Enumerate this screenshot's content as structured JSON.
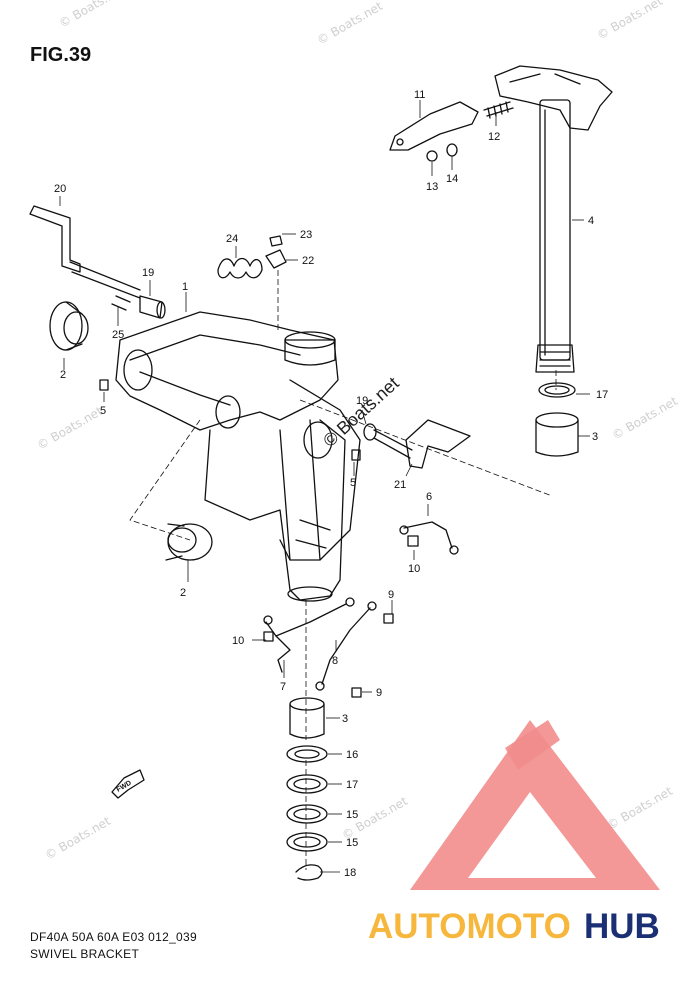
{
  "figure": {
    "title": "FIG.39",
    "code": "DF40A 50A 60A E03 012_039",
    "name": "SWIVEL BRACKET"
  },
  "callouts": [
    {
      "id": "c1",
      "label": "1"
    },
    {
      "id": "c2a",
      "label": "2"
    },
    {
      "id": "c2b",
      "label": "2"
    },
    {
      "id": "c3a",
      "label": "3"
    },
    {
      "id": "c3b",
      "label": "3"
    },
    {
      "id": "c4",
      "label": "4"
    },
    {
      "id": "c5a",
      "label": "5"
    },
    {
      "id": "c5b",
      "label": "5"
    },
    {
      "id": "c6",
      "label": "6"
    },
    {
      "id": "c7",
      "label": "7"
    },
    {
      "id": "c8",
      "label": "8"
    },
    {
      "id": "c9a",
      "label": "9"
    },
    {
      "id": "c9b",
      "label": "9"
    },
    {
      "id": "c10a",
      "label": "10"
    },
    {
      "id": "c10b",
      "label": "10"
    },
    {
      "id": "c11",
      "label": "11"
    },
    {
      "id": "c12",
      "label": "12"
    },
    {
      "id": "c13",
      "label": "13"
    },
    {
      "id": "c14",
      "label": "14"
    },
    {
      "id": "c15a",
      "label": "15"
    },
    {
      "id": "c15b",
      "label": "15"
    },
    {
      "id": "c16",
      "label": "16"
    },
    {
      "id": "c17a",
      "label": "17"
    },
    {
      "id": "c17b",
      "label": "17"
    },
    {
      "id": "c18",
      "label": "18"
    },
    {
      "id": "c19a",
      "label": "19"
    },
    {
      "id": "c19b",
      "label": "19"
    },
    {
      "id": "c20",
      "label": "20"
    },
    {
      "id": "c21",
      "label": "21"
    },
    {
      "id": "c22",
      "label": "22"
    },
    {
      "id": "c23",
      "label": "23"
    },
    {
      "id": "c24",
      "label": "24"
    },
    {
      "id": "c25",
      "label": "25"
    }
  ],
  "watermark": "© Boats.net",
  "watermark_center": "© Boats.net",
  "fwd_label": "FWD",
  "logo": {
    "text_a": "AUTOMOTO",
    "text_b": "HUB",
    "color_a": "#f6b73c",
    "color_b": "#1b2f74",
    "triangle_color": "#f28c8c"
  }
}
